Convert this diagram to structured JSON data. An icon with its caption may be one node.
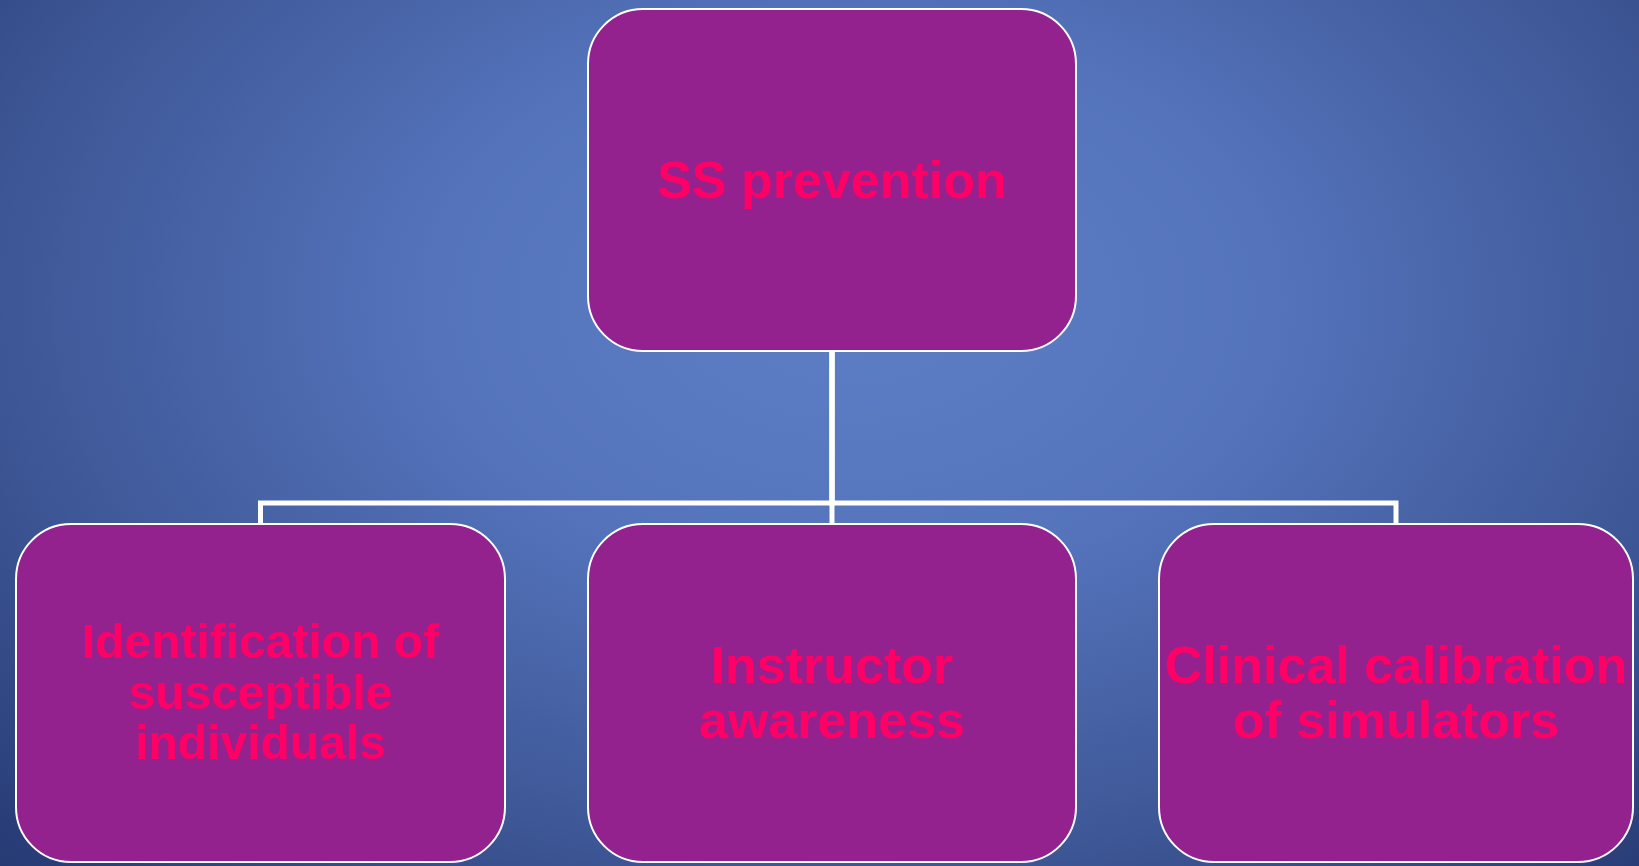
{
  "diagram": {
    "nodes": [
      {
        "text": [
          "SS prevention"
        ]
      },
      {
        "text": [
          "Identification of susceptible individuals"
        ]
      },
      {
        "text": [
          "Instructor awareness"
        ]
      },
      {
        "text": [
          "Clinical calibration of simulators"
        ]
      }
    ],
    "edges": [
      {
        "from": 0,
        "to": 1,
        "arrow": "none"
      },
      {
        "from": 0,
        "to": 2,
        "arrow": "none"
      },
      {
        "from": 0,
        "to": 3,
        "arrow": "none"
      }
    ]
  }
}
